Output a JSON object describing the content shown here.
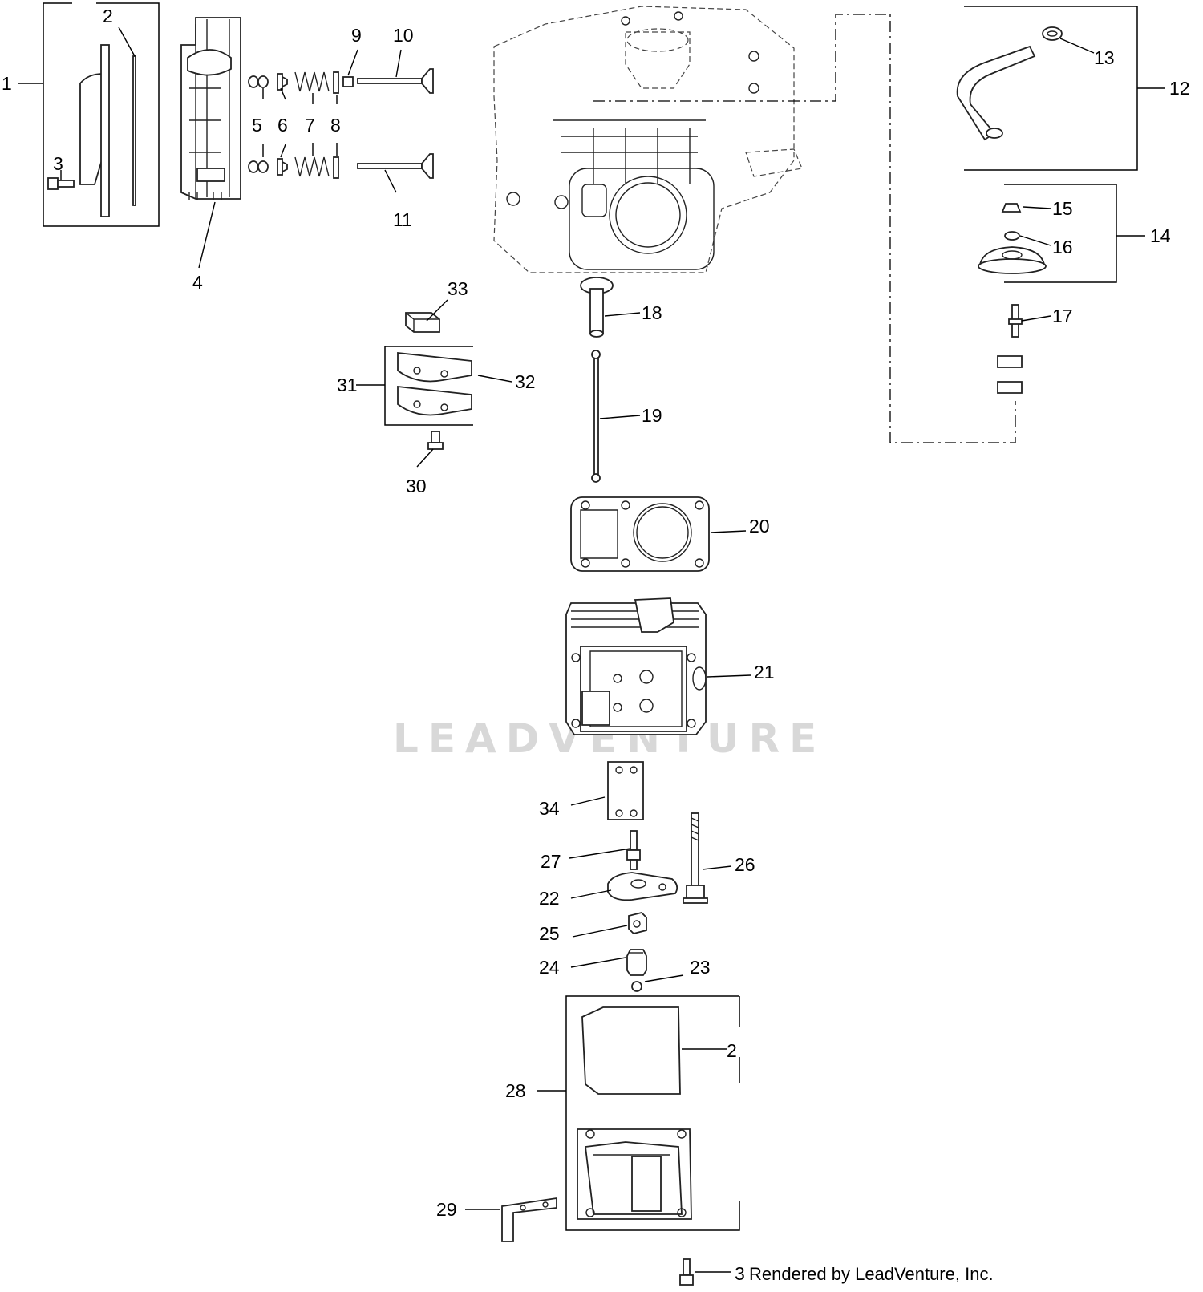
{
  "diagram": {
    "watermark": "LEADVENTURE",
    "credit": "Rendered by LeadVenture, Inc.",
    "callouts": [
      {
        "id": "c1",
        "label": "1"
      },
      {
        "id": "c2a",
        "label": "2"
      },
      {
        "id": "c3a",
        "label": "3"
      },
      {
        "id": "c4",
        "label": "4"
      },
      {
        "id": "c5",
        "label": "5"
      },
      {
        "id": "c6",
        "label": "6"
      },
      {
        "id": "c7",
        "label": "7"
      },
      {
        "id": "c8",
        "label": "8"
      },
      {
        "id": "c9",
        "label": "9"
      },
      {
        "id": "c10",
        "label": "10"
      },
      {
        "id": "c11",
        "label": "11"
      },
      {
        "id": "c12",
        "label": "12"
      },
      {
        "id": "c13",
        "label": "13"
      },
      {
        "id": "c14",
        "label": "14"
      },
      {
        "id": "c15",
        "label": "15"
      },
      {
        "id": "c16",
        "label": "16"
      },
      {
        "id": "c17",
        "label": "17"
      },
      {
        "id": "c18",
        "label": "18"
      },
      {
        "id": "c19",
        "label": "19"
      },
      {
        "id": "c20",
        "label": "20"
      },
      {
        "id": "c21",
        "label": "21"
      },
      {
        "id": "c22",
        "label": "22"
      },
      {
        "id": "c23",
        "label": "23"
      },
      {
        "id": "c24",
        "label": "24"
      },
      {
        "id": "c25",
        "label": "25"
      },
      {
        "id": "c26",
        "label": "26"
      },
      {
        "id": "c27",
        "label": "27"
      },
      {
        "id": "c28",
        "label": "28"
      },
      {
        "id": "c29",
        "label": "29"
      },
      {
        "id": "c30",
        "label": "30"
      },
      {
        "id": "c31",
        "label": "31"
      },
      {
        "id": "c32",
        "label": "32"
      },
      {
        "id": "c33",
        "label": "33"
      },
      {
        "id": "c34",
        "label": "34"
      },
      {
        "id": "c2b",
        "label": "2"
      },
      {
        "id": "c3b",
        "label": "3"
      }
    ]
  }
}
